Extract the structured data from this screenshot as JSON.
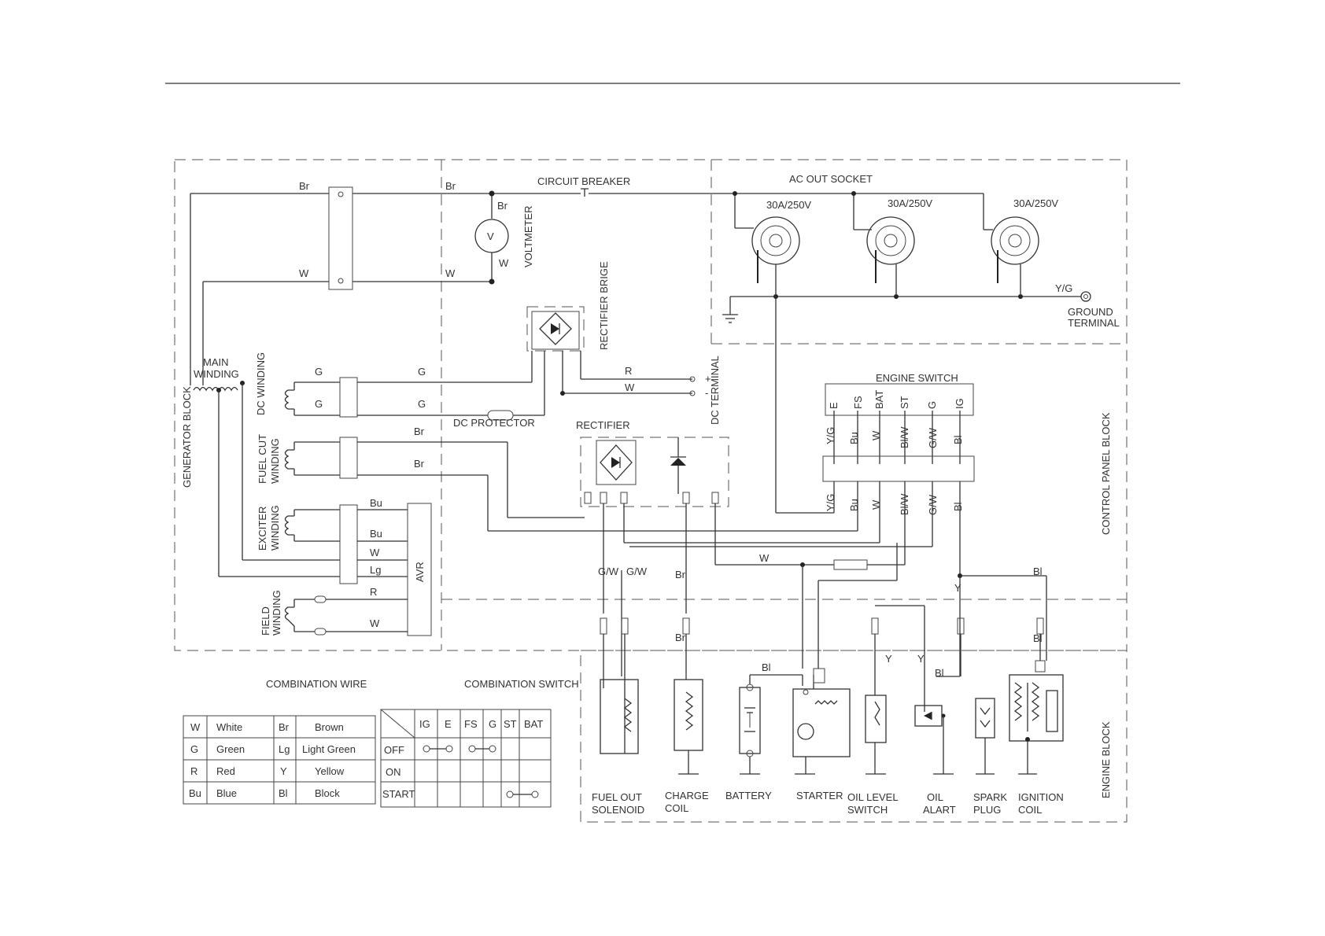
{
  "colors": {
    "line": "#333333",
    "background": "#ffffff"
  },
  "blocks": {
    "generator": "GENERATOR BLOCK",
    "control_panel": "CONTROL PANEL BLOCK",
    "engine": "ENGINE BLOCK"
  },
  "components": {
    "circuit_breaker": "CIRCUIT BREAKER",
    "ac_out_socket": "AC OUT SOCKET",
    "socket_rating": "30A/250V",
    "voltmeter": "VOLTMETER",
    "voltmeter_symbol": "V",
    "rectifier_bridge": "RECTIFIER BRIGE",
    "ground_terminal_1": "GROUND",
    "ground_terminal_2": "TERMINAL",
    "main_winding_1": "MAIN",
    "main_winding_2": "WINDING",
    "dc_winding": "DC WINDING",
    "dc_protector": "DC PROTECTOR",
    "dc_terminal": "DC TERMINAL",
    "plus": "+",
    "minus": "-",
    "fuel_cut_winding_1": "FUEL CUT",
    "fuel_cut_winding_2": "WINDING",
    "rectifier": "RECTIFIER",
    "engine_switch": "ENGINE SWITCH",
    "exciter_winding_1": "EXCITER",
    "exciter_winding_2": "WINDING",
    "field_winding_1": "FIELD",
    "field_winding_2": "WINDING",
    "avr": "AVR"
  },
  "engine_switch_terminals": [
    "E",
    "FS",
    "BAT",
    "ST",
    "G",
    "IG"
  ],
  "engine_switch_wires": [
    "Y/G",
    "Bu",
    "W",
    "Bl/W",
    "G/W",
    "Bl"
  ],
  "wire_labels": {
    "br": "Br",
    "w": "W",
    "g": "G",
    "r": "R",
    "bu": "Bu",
    "lg": "Lg",
    "gw": "G/W",
    "bl": "Bl",
    "y": "Y",
    "yg": "Y/G"
  },
  "engine_components": [
    {
      "line1": "FUEL OUT",
      "line2": "SOLENOID"
    },
    {
      "line1": "CHARGE",
      "line2": "COIL"
    },
    {
      "line1": "BATTERY",
      "line2": ""
    },
    {
      "line1": "STARTER",
      "line2": ""
    },
    {
      "line1": "OIL LEVEL",
      "line2": "SWITCH"
    },
    {
      "line1": "OIL",
      "line2": "ALART"
    },
    {
      "line1": "SPARK",
      "line2": "PLUG"
    },
    {
      "line1": "IGNITION",
      "line2": "COIL"
    }
  ],
  "combination_wire": {
    "title": "COMBINATION WIRE",
    "rows": [
      [
        "W",
        "White",
        "Br",
        "Brown"
      ],
      [
        "G",
        "Green",
        "Lg",
        "Light Green"
      ],
      [
        "R",
        "Red",
        "Y",
        "Yellow"
      ],
      [
        "Bu",
        "Blue",
        "Bl",
        "Block"
      ]
    ]
  },
  "combination_switch": {
    "title": "COMBINATION SWITCH",
    "columns": [
      "IG",
      "E",
      "FS",
      "G",
      "ST",
      "BAT"
    ],
    "rows": [
      "OFF",
      "ON",
      "START"
    ],
    "connections": [
      {
        "row": "OFF",
        "from": "IG",
        "to": "E"
      },
      {
        "row": "OFF",
        "from": "FS",
        "to": "G"
      },
      {
        "row": "START",
        "from": "ST",
        "to": "BAT"
      }
    ]
  }
}
